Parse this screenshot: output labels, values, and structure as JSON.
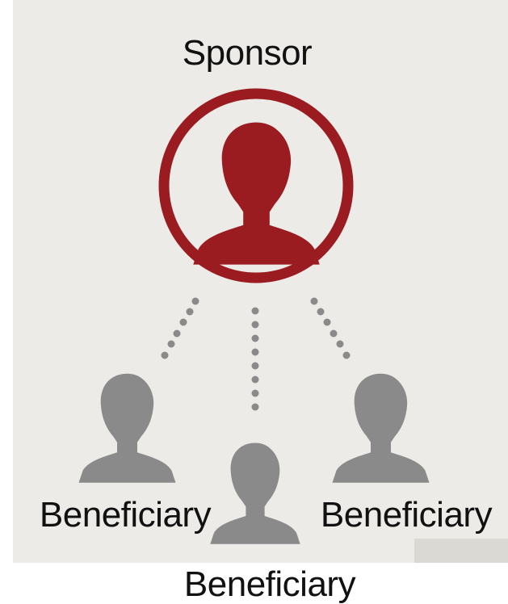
{
  "sponsor": {
    "label": "Sponsor",
    "color": "#9b1c20"
  },
  "beneficiaries": [
    {
      "label": "Beneficiary"
    },
    {
      "label": "Beneficiary"
    },
    {
      "label": "Beneficiary"
    }
  ],
  "colors": {
    "background": "#ecebe8",
    "beneficiary": "#8a8a8a",
    "connector": "#8a8a8a",
    "text": "#111111"
  },
  "icons": {
    "sponsor": "person-in-circle-icon",
    "beneficiary": "person-icon"
  }
}
